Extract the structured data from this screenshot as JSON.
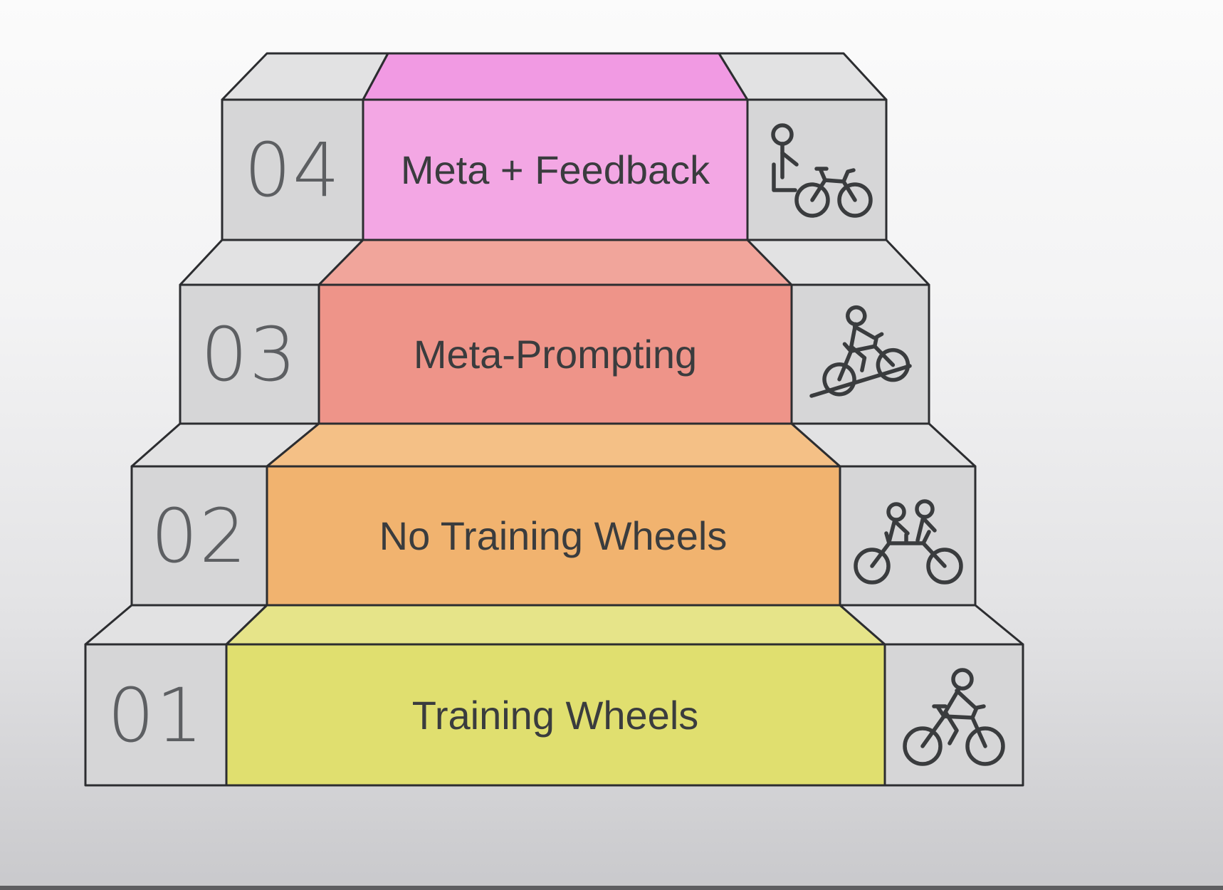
{
  "diagram": {
    "type": "staircase-levels",
    "levels": [
      {
        "number": "01",
        "label": "Training Wheels",
        "color": "#e0df6f",
        "color_top": "#e6e489",
        "icon": "cyclist-riding-icon"
      },
      {
        "number": "02",
        "label": "No Training Wheels",
        "color": "#f1b36f",
        "color_top": "#f4c086",
        "icon": "tandem-bike-icon"
      },
      {
        "number": "03",
        "label": "Meta-Prompting",
        "color": "#ee9489",
        "color_top": "#f1a59b",
        "icon": "uphill-cyclist-icon"
      },
      {
        "number": "04",
        "label": "Meta + Feedback",
        "color": "#f3a7e4",
        "color_top": "#f19ae3",
        "icon": "person-with-bike-icon"
      }
    ],
    "colors": {
      "block_gray": "#d6d6d7",
      "tread_gray": "#e2e2e3",
      "outline": "#2c2d30",
      "number_text": "#5d5f62",
      "label_text": "#3a3c3e",
      "background_top": "#fbfbfb",
      "background_bottom": "#c9c9cc"
    }
  }
}
